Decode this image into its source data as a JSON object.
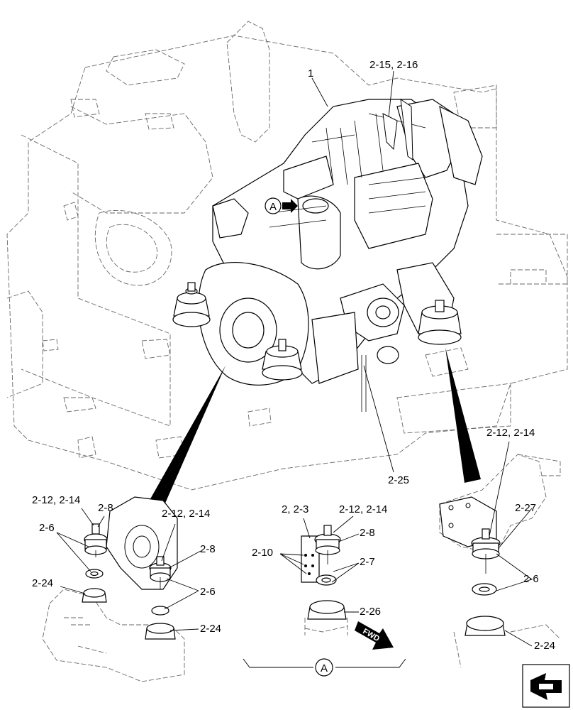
{
  "diagram": {
    "callouts": {
      "engine": "1",
      "top_right": "2-15, 2-16",
      "bolt_main": "2-25",
      "view_ref_top": "A",
      "view_ref_bottom": "A",
      "fwd": "FWD",
      "left_2_12": "2-12, 2-14",
      "left_2_8": "2-8",
      "left_2_6": "2-6",
      "left_2_24": "2-24",
      "left2_2_12": "2-12, 2-14",
      "left2_2_8": "2-8",
      "left2_2_6": "2-6",
      "left2_2_24": "2-24",
      "mid_2_3": "2, 2-3",
      "mid_2_12": "2-12, 2-14",
      "mid_2_8": "2-8",
      "mid_2_10": "2-10",
      "mid_2_7": "2-7",
      "mid_2_26": "2-26",
      "right_2_12": "2-12, 2-14",
      "right_2_27": "2-27",
      "right_2_6": "2-6",
      "right_2_24": "2-24"
    }
  }
}
